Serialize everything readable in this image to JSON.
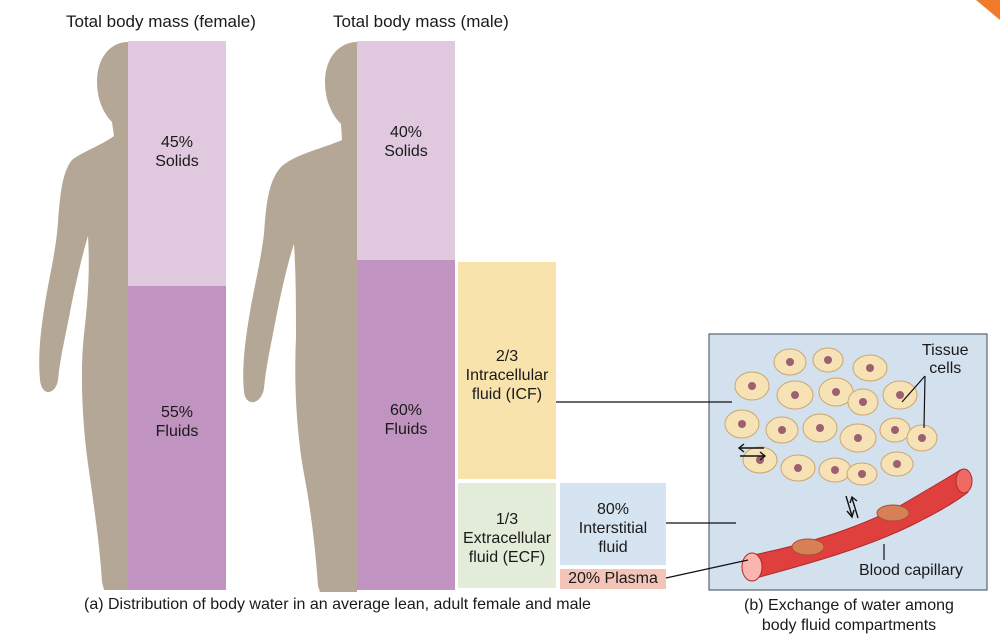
{
  "titles": {
    "female": "Total body mass (female)",
    "male": "Total body mass (male)"
  },
  "female": {
    "solids": {
      "pct": "45%",
      "label": "Solids"
    },
    "fluids": {
      "pct": "55%",
      "label": "Fluids"
    }
  },
  "male": {
    "solids": {
      "pct": "40%",
      "label": "Solids"
    },
    "fluids": {
      "pct": "60%",
      "label": "Fluids"
    }
  },
  "icf": {
    "fraction": "2/3",
    "line1": "Intracellular",
    "line2": "fluid (ICF)"
  },
  "ecf": {
    "fraction": "1/3",
    "line1": "Extracellular",
    "line2": "fluid (ECF)"
  },
  "interstitial": {
    "pct": "80%",
    "line1": "Interstitial",
    "line2": "fluid"
  },
  "plasma": {
    "label": "20% Plasma"
  },
  "panel_b": {
    "tissue_line1": "Tissue",
    "tissue_line2": "cells",
    "capillary": "Blood capillary"
  },
  "captions": {
    "a": "(a) Distribution of body water in an average lean, adult female and male",
    "b_line1": "(b) Exchange of water among",
    "b_line2": "body fluid compartments"
  },
  "colors": {
    "solids": "#e0c8de",
    "fluids": "#c193c0",
    "icf": "#f8e3ad",
    "ecf": "#e2ecd9",
    "interstitial": "#d6e3f1",
    "plasma": "#f2c5b8",
    "silhouette": "#b5a796",
    "panel_bg": "#d3e0ee",
    "cell": "#f7e2b6",
    "nucleus": "#9e6070",
    "capillary": "#e0403d"
  }
}
